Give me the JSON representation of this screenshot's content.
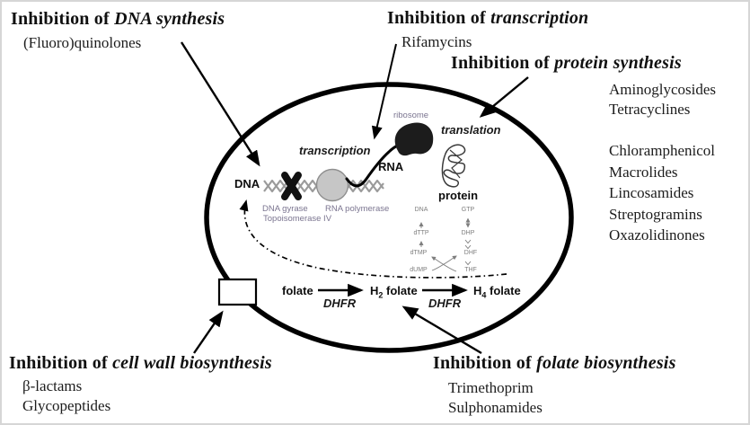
{
  "figure": {
    "type": "biology-diagram",
    "subject": "Antibiotic mechanisms of action in a bacterial cell",
    "colors": {
      "background": "#ffffff",
      "frame_border": "#d6d6d6",
      "ink": "#000000",
      "muted_label": "#7b7590",
      "ribosome_fill": "#1c1c1c",
      "polymerase_fill": "#c6c6c6",
      "helix_gray": "#9b9b9b"
    }
  },
  "annotations": {
    "dna_synthesis": {
      "prefix": "Inhibition of ",
      "term": "DNA synthesis",
      "drugs": [
        "(Fluoro)quinolones"
      ]
    },
    "transcription": {
      "prefix": "Inhibition of ",
      "term": "transcription",
      "drugs": [
        "Rifamycins"
      ]
    },
    "protein_synthesis": {
      "prefix": "Inhibition of ",
      "term": "protein synthesis",
      "drugs_group1": [
        "Aminoglycosides",
        "Tetracyclines"
      ],
      "drugs_group2": [
        "Chloramphenicol",
        "Macrolides",
        "Lincosamides",
        "Streptogramins",
        "Oxazolidinones"
      ]
    },
    "cell_wall": {
      "prefix": "Inhibition of ",
      "term": "cell wall biosynthesis",
      "drugs": [
        "β-lactams",
        "Glycopeptides"
      ]
    },
    "folate": {
      "prefix": "Inhibition of ",
      "term": "folate biosynthesis",
      "drugs": [
        "Trimethoprim",
        "Sulphonamides"
      ]
    }
  },
  "cell": {
    "dna": "DNA",
    "dna_gyrase": "DNA gyrase",
    "topoisomerase": "Topoisomerase IV",
    "rna_polymerase": "RNA polymerase",
    "transcription": "transcription",
    "rna": "RNA",
    "ribosome": "ribosome",
    "translation": "translation",
    "protein": "protein",
    "folate_row": {
      "folate": "folate",
      "dhfr": "DHFR",
      "h2": {
        "base": "H",
        "sub": "2",
        "rest": " folate"
      },
      "h4": {
        "base": "H",
        "sub": "4",
        "rest": " folate"
      }
    },
    "mini_pathway": {
      "left": [
        "DNA",
        "dTTP",
        "dTMP",
        "dUMP"
      ],
      "right": [
        "GTP",
        "DHP",
        "DHF",
        "THF"
      ]
    }
  }
}
